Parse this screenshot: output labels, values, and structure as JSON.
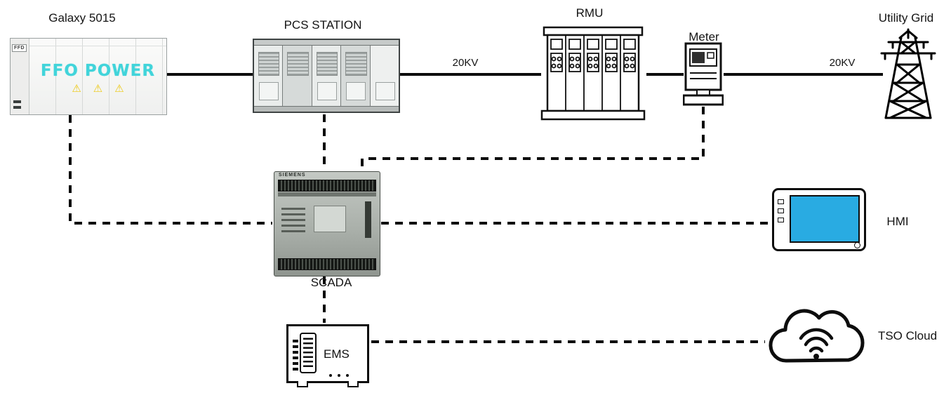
{
  "diagram": {
    "labels": {
      "galaxy": "Galaxy 5015",
      "pcs": "PCS STATION",
      "rmu": "RMU",
      "meter": "Meter",
      "utility_grid": "Utility Grid",
      "scada": "SCADA",
      "hmi": "HMI",
      "ems": "EMS",
      "tso_cloud": "TSO Cloud",
      "kv1": "20KV",
      "kv2": "20KV"
    },
    "galaxy_unit": {
      "brand_text": "FFO POWER",
      "logo_text": "FFD"
    },
    "scada_unit": {
      "brand_text": "SIEMENS"
    },
    "icons": {
      "warning": "⚠",
      "wifi": "wifi-icon"
    },
    "colors": {
      "brand_cyan": "#41d4da",
      "hmi_screen_blue": "#29abe2",
      "warning_yellow": "#edc80f",
      "line_color": "#0a0a0a",
      "scada_gray": "#aab0aa"
    },
    "connections": [
      {
        "from": "Galaxy 5015",
        "to": "PCS STATION",
        "type": "power-solid",
        "label": ""
      },
      {
        "from": "PCS STATION",
        "to": "RMU",
        "type": "power-solid",
        "label": "20KV"
      },
      {
        "from": "RMU",
        "to": "Meter",
        "type": "power-solid",
        "label": ""
      },
      {
        "from": "Meter",
        "to": "Utility Grid",
        "type": "power-solid",
        "label": "20KV"
      },
      {
        "from": "Galaxy 5015",
        "to": "SCADA",
        "type": "comm-dashed",
        "label": ""
      },
      {
        "from": "PCS STATION",
        "to": "SCADA",
        "type": "comm-dashed",
        "label": ""
      },
      {
        "from": "Meter",
        "to": "SCADA",
        "type": "comm-dashed",
        "label": ""
      },
      {
        "from": "SCADA",
        "to": "HMI",
        "type": "comm-dashed",
        "label": ""
      },
      {
        "from": "SCADA",
        "to": "EMS",
        "type": "comm-dashed",
        "label": ""
      },
      {
        "from": "EMS",
        "to": "TSO Cloud",
        "type": "comm-dashed",
        "label": ""
      }
    ]
  }
}
